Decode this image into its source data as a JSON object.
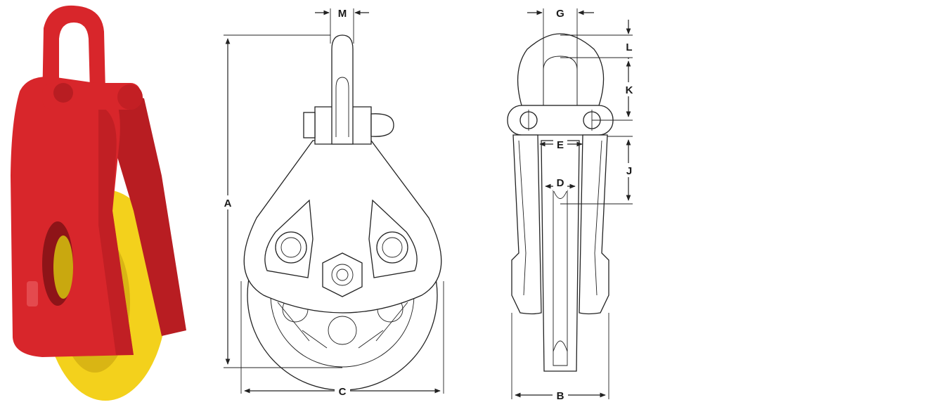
{
  "product_photo": {
    "description_icon": "red-swivel-snatch-block-photo",
    "colors": {
      "body": "#d8262b",
      "sheave": "#f3d11c",
      "sheave_shadow": "#c9a80f"
    }
  },
  "front_view": {
    "dimensions": {
      "A": "A",
      "C": "C",
      "M": "M"
    }
  },
  "side_view": {
    "dimensions": {
      "B": "B",
      "D": "D",
      "E": "E",
      "G": "G",
      "J": "J",
      "K": "K",
      "L": "L"
    }
  },
  "colors": {
    "line": "#222222",
    "label": "#1a1a1a",
    "background": "#ffffff"
  }
}
